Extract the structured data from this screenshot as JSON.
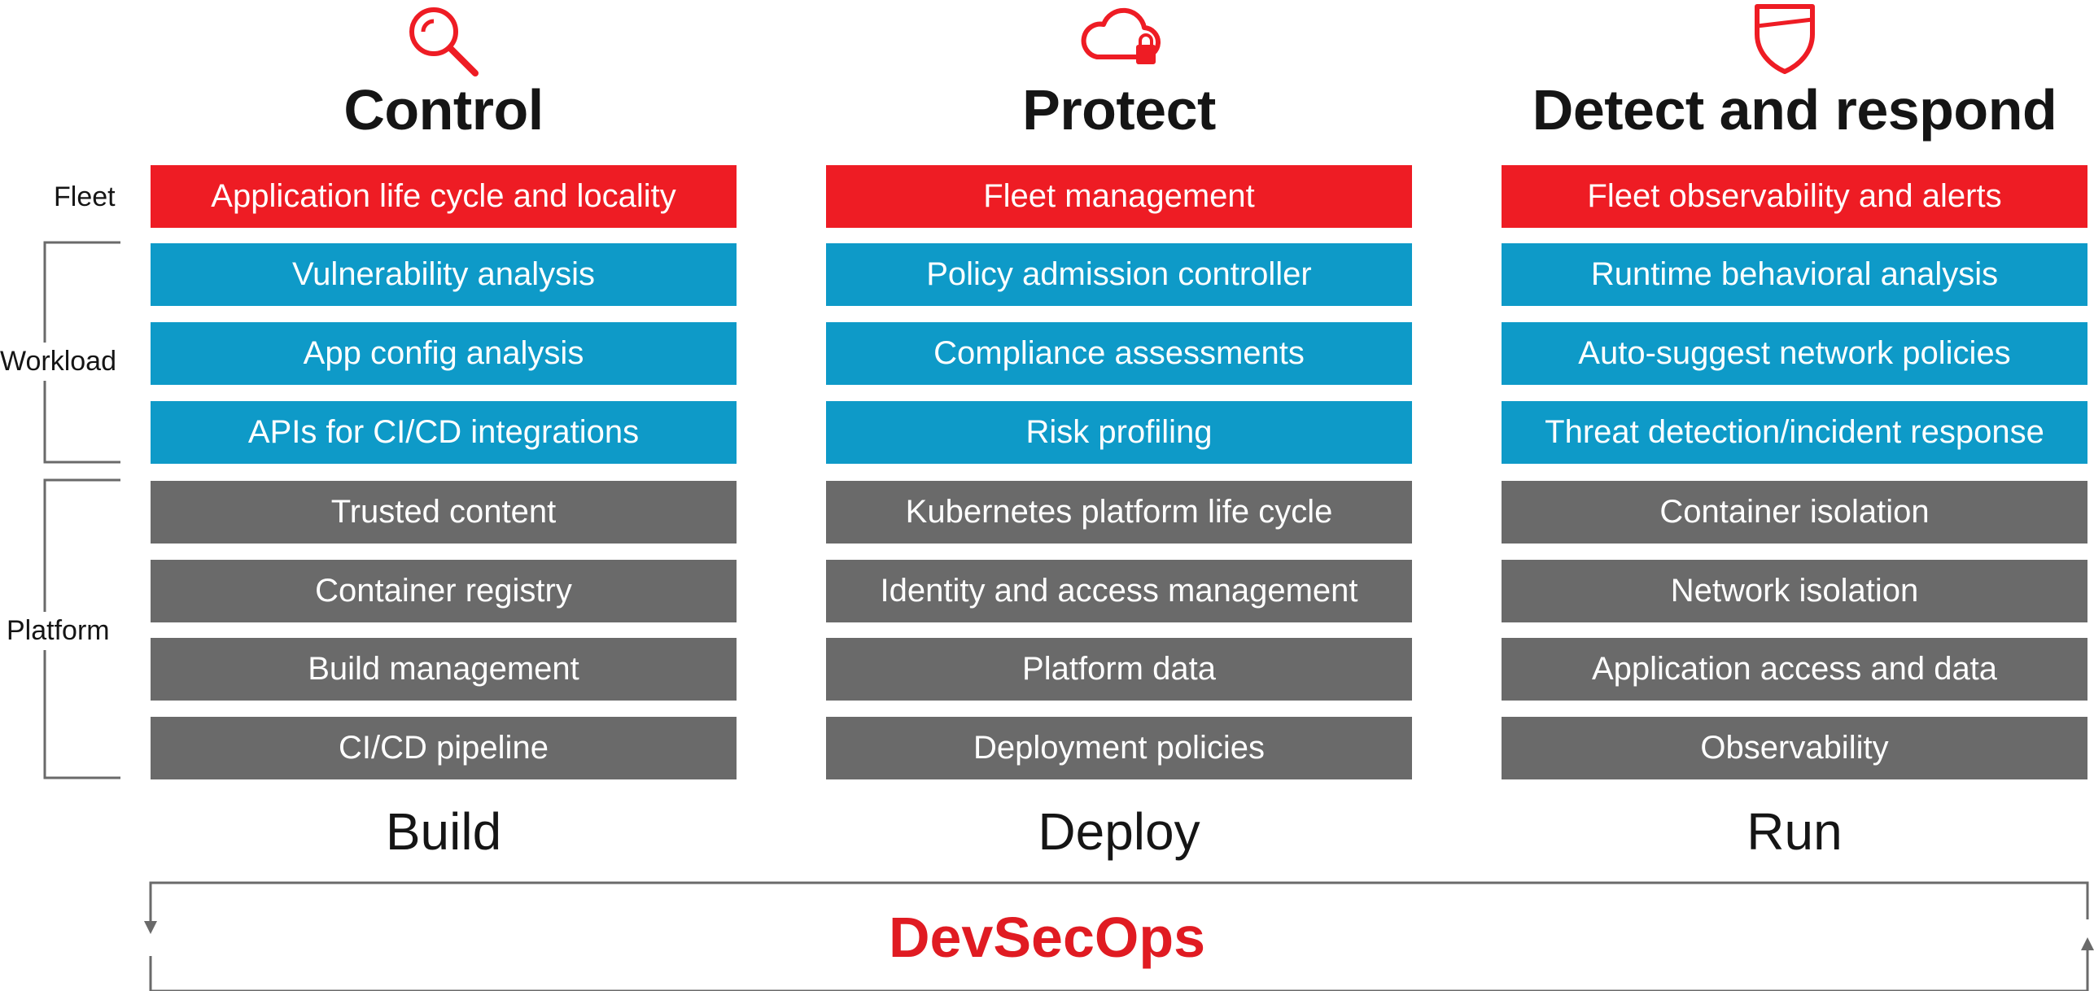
{
  "row_labels": {
    "fleet": "Fleet",
    "workload": "Workload",
    "platform": "Platform"
  },
  "columns": [
    {
      "icon": "magnifier-icon",
      "title": "Control",
      "fleet": [
        "Application life cycle and locality"
      ],
      "workload": [
        "Vulnerability analysis",
        "App config analysis",
        "APIs for CI/CD integrations"
      ],
      "platform": [
        "Trusted content",
        "Container registry",
        "Build management",
        "CI/CD pipeline"
      ],
      "stage": "Build"
    },
    {
      "icon": "cloud-lock-icon",
      "title": "Protect",
      "fleet": [
        "Fleet management"
      ],
      "workload": [
        "Policy admission controller",
        "Compliance assessments",
        "Risk profiling"
      ],
      "platform": [
        "Kubernetes platform life cycle",
        "Identity and access management",
        "Platform data",
        "Deployment policies"
      ],
      "stage": "Deploy"
    },
    {
      "icon": "shield-icon",
      "title": "Detect and respond",
      "fleet": [
        "Fleet observability and alerts"
      ],
      "workload": [
        "Runtime behavioral analysis",
        "Auto-suggest network policies",
        "Threat detection/incident response"
      ],
      "platform": [
        "Container isolation",
        "Network isolation",
        "Application access and data",
        "Observability"
      ],
      "stage": "Run"
    }
  ],
  "footer": {
    "label": "DevSecOps"
  },
  "colors": {
    "fleet": "#ee1c24",
    "workload": "#0e9ac8",
    "platform": "#6a6a6a",
    "accent": "#e01b22"
  }
}
